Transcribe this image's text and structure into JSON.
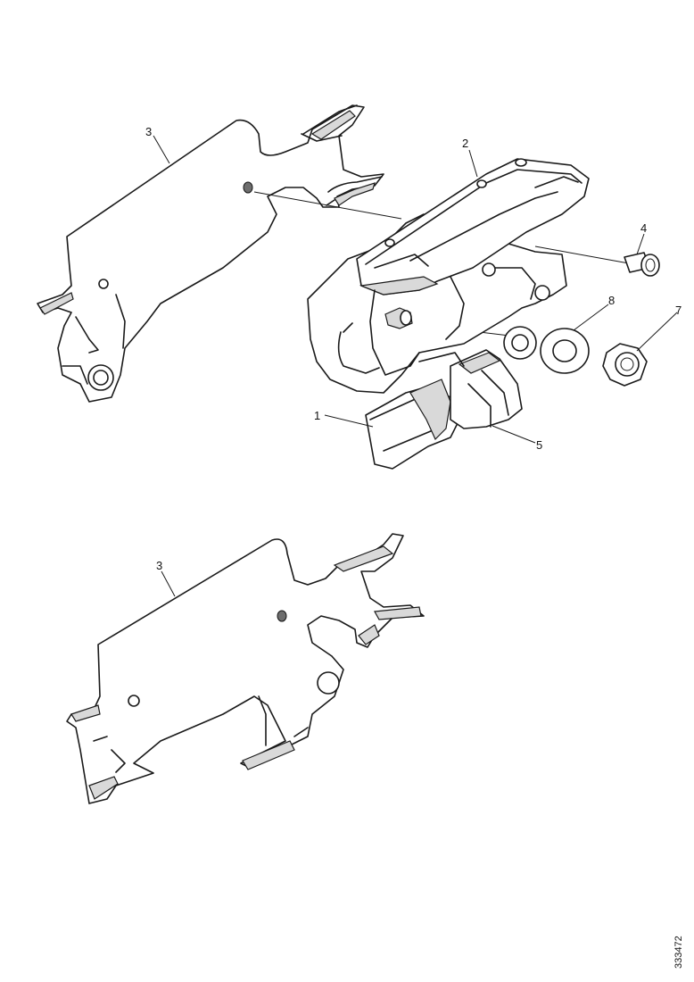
{
  "callouts": [
    {
      "id": "label-3-upper",
      "text": "3"
    },
    {
      "id": "label-2",
      "text": "2"
    },
    {
      "id": "label-4",
      "text": "4"
    },
    {
      "id": "label-8",
      "text": "8"
    },
    {
      "id": "label-7",
      "text": "7"
    },
    {
      "id": "label-1",
      "text": "1"
    },
    {
      "id": "label-5",
      "text": "5"
    },
    {
      "id": "label-3-lower",
      "text": "3"
    }
  ],
  "drawing_code": "333472"
}
